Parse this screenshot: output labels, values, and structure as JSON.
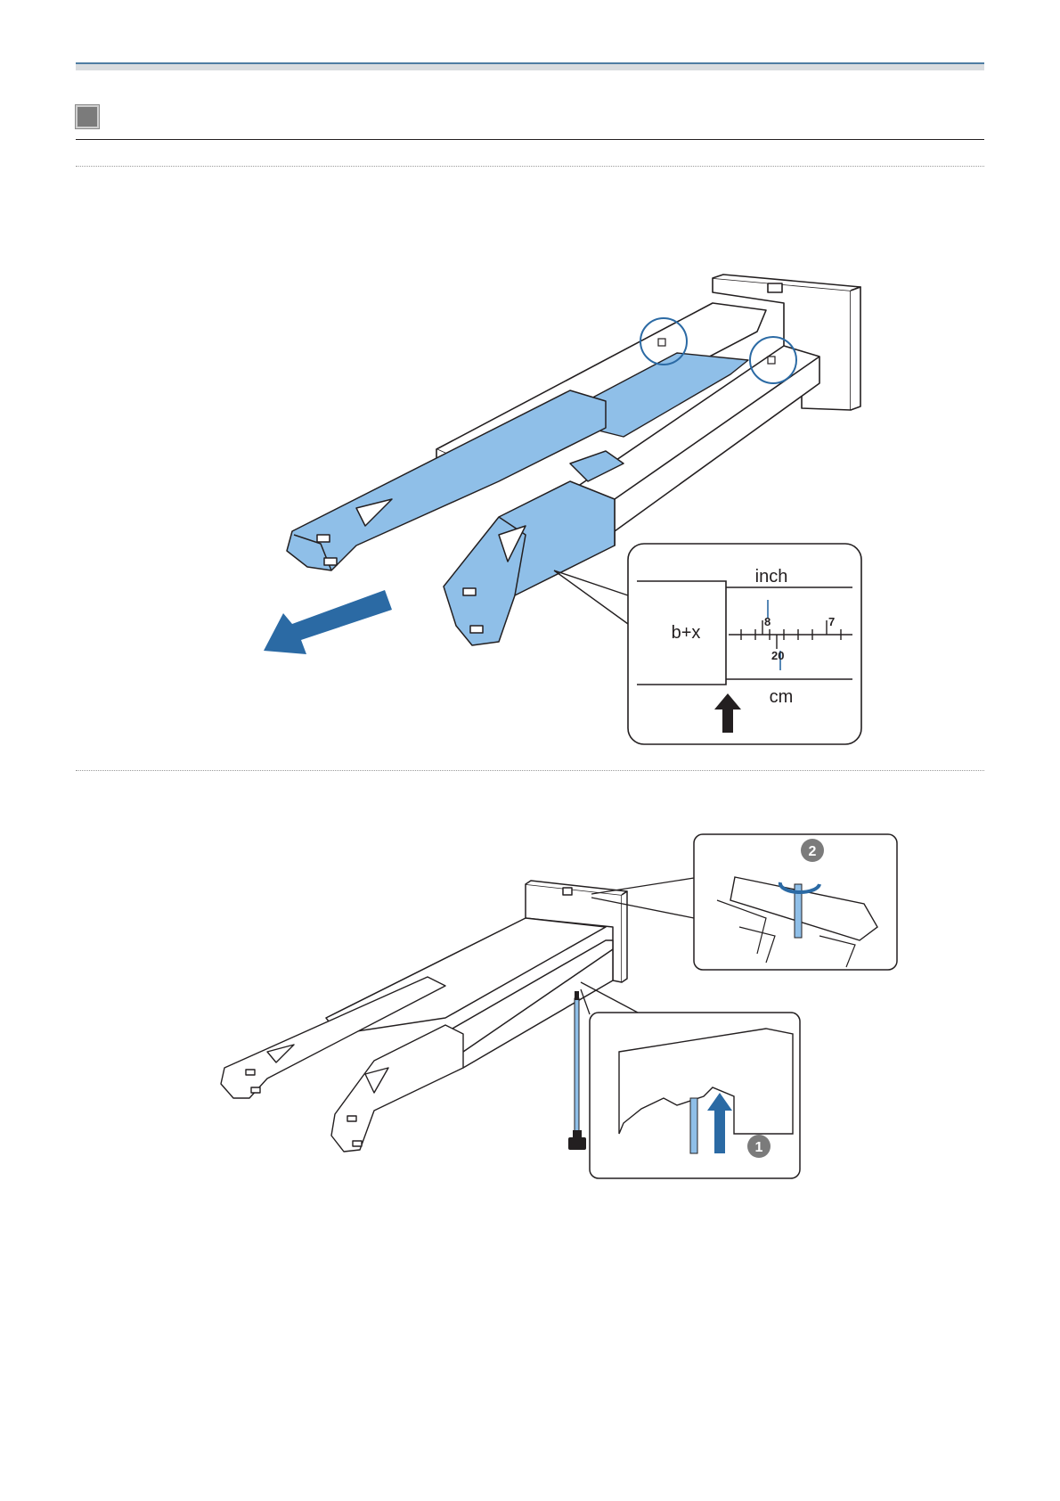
{
  "header": {
    "rule_color": "#4f7da3"
  },
  "section": {
    "title": ""
  },
  "steps": [
    {
      "text": ""
    },
    {
      "text": ""
    }
  ],
  "figure1": {
    "callout": {
      "label_main": "b+x",
      "unit_top": "inch",
      "unit_bottom": "cm",
      "tick_inch_a": "8",
      "tick_inch_b": "7",
      "tick_cm": "20"
    },
    "highlight_color": "#8fbfe8",
    "arrow_color": "#2b6aa4"
  },
  "figure2": {
    "badge_1": "1",
    "badge_2": "2"
  }
}
